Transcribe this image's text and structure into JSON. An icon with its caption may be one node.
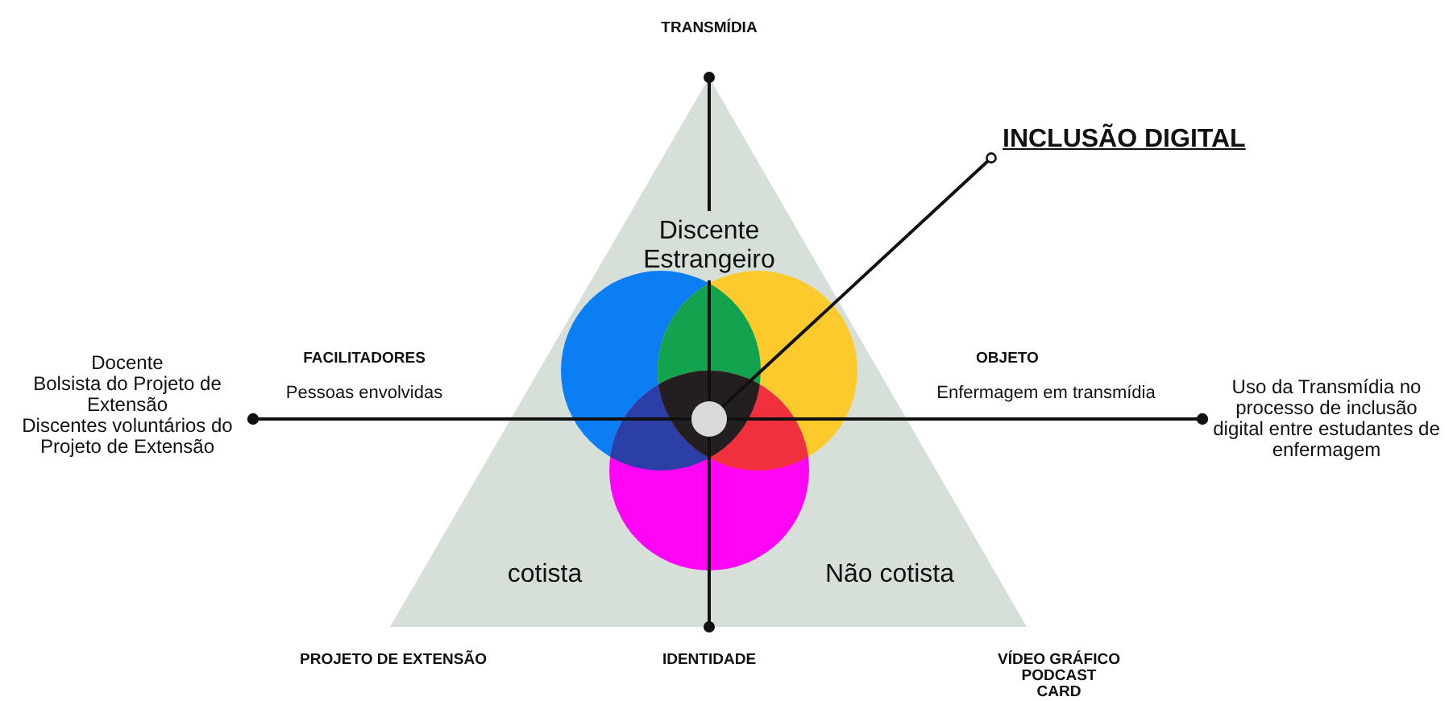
{
  "diagram": {
    "nodes": [
      {
        "text": [
          "Docente",
          "Bolsista do Projeto de Extensão",
          "Discentes voluntários do Projeto de Extensão"
        ]
      },
      {
        "text": [
          "Uso da Transmídia no processo de inclusão digital entre estudantes de enfermagem"
        ]
      },
      {
        "text": [
          "INCLUSÃO DIGITAL"
        ]
      },
      {
        "text": [],
        "shape": "circle"
      }
    ],
    "edges": [
      {
        "from": 0,
        "to": 3,
        "arrow": "other"
      },
      {
        "from": 3,
        "to": 1,
        "arrow": "other"
      },
      {
        "from": 3,
        "to": 2,
        "arrow": "other"
      }
    ],
    "labels": [
      "TRANSMÍDIA",
      "Discente Estrangeiro",
      "FACILITADORES",
      "Pessoas envolvidas",
      "OBJETO",
      "Enfermagem em transmídia",
      "cotista",
      "Não cotista",
      "PROJETO DE EXTENSÃO",
      "IDENTIDADE",
      "VÍDEO GRÁFICO",
      "PODCAST",
      "CARD"
    ]
  }
}
